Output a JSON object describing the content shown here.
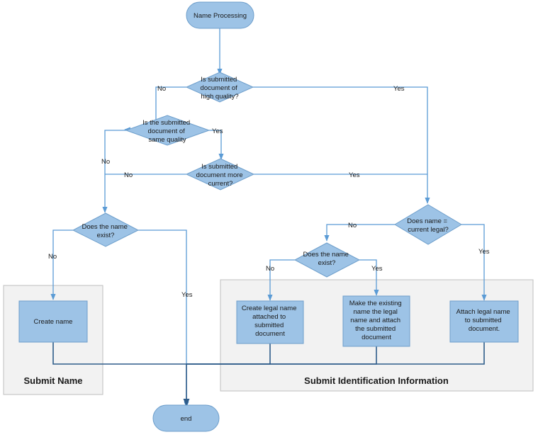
{
  "diagram": {
    "start": "Name Processing",
    "end": "end",
    "decisions": {
      "high_quality": [
        "Is submitted",
        "document of",
        "high quality?"
      ],
      "same_quality": [
        "Is the submitted",
        "document of",
        "same quality"
      ],
      "more_current": [
        "Is submitted",
        "document more",
        "current?"
      ],
      "name_exist_left": [
        "Does the name",
        "exist?"
      ],
      "current_legal": [
        "Does name =",
        "current legal?"
      ],
      "name_exist_right": [
        "Does the name",
        "exist?"
      ]
    },
    "processes": {
      "create_name": [
        "Create name"
      ],
      "create_legal": [
        "Create legal name",
        "attached to",
        "submitted",
        "document"
      ],
      "make_existing": [
        "Make the existing",
        "name the legal",
        "name and attach",
        "the submitted",
        "document"
      ],
      "attach_legal": [
        "Attach legal name",
        "to submitted",
        "document."
      ]
    },
    "groups": {
      "submit_name": "Submit Name",
      "submit_identification": "Submit Identification Information"
    },
    "edge_labels": {
      "yes": "Yes",
      "no": "No"
    }
  }
}
